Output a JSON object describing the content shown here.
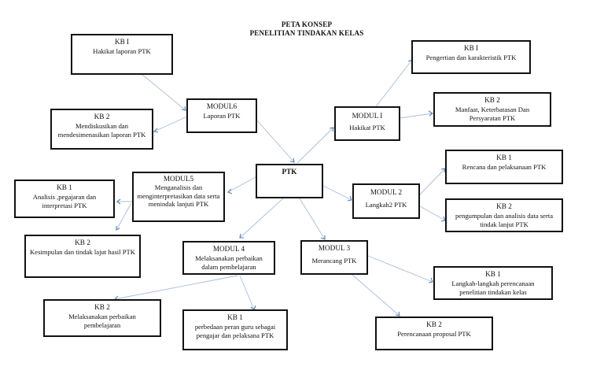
{
  "title": {
    "line1": "PETA KONSEP",
    "line2": "PENELITIAN TINDAKAN KELAS"
  },
  "nodes": {
    "ptk": {
      "heading": "PTK",
      "body": ""
    },
    "modul1": {
      "heading": "MODUL I",
      "body": "Hakikat PTK"
    },
    "modul1_kb1": {
      "heading": "KB I",
      "body": "Pengertian dan karakteristik PTK"
    },
    "modul1_kb2": {
      "heading": "KB 2",
      "body": "Manfaat, Keterbatasan Dan Persyaratan PTK"
    },
    "modul2": {
      "heading": "MODUL 2",
      "body": "Langkah2 PTK"
    },
    "modul2_kb1": {
      "heading": "KB 1",
      "body": "Rencana dan pelaksanaan PTK"
    },
    "modul2_kb2": {
      "heading": "KB 2",
      "body": "pengumpulan dan analisis data serta tindak lanjut PTK"
    },
    "modul3": {
      "heading": "MODUL 3",
      "body": "Merancang PTK"
    },
    "modul3_kb1": {
      "heading": "KB 1",
      "body": "Langkah-langkah perencanaan penelitian tindakan kelas"
    },
    "modul3_kb2": {
      "heading": "KB 2",
      "body": "Perencanaan proposal PTK"
    },
    "modul4": {
      "heading": "MODUL 4",
      "body": "Melaksanakan perbaikan dalam pembelajaran"
    },
    "modul4_kb1": {
      "heading": "KB 1",
      "body": "perbedaan peran guru sebagai pengajar dan pelaksana PTK"
    },
    "modul4_kb2": {
      "heading": "KB 2",
      "body": "Melaksanakan perbaikan pembelajaran"
    },
    "modul5": {
      "heading": "MODUL5",
      "body": "Menganalisis dan menginterpretasikan data serta menindak lanjuti PTK"
    },
    "modul5_kb1": {
      "heading": "KB 1",
      "body": "Analisis ,pegajaran dan interpretasi PTK"
    },
    "modul5_kb2": {
      "heading": "KB 2",
      "body": "Kesimpulan dan tindak lajut hasil PTK"
    },
    "modul6": {
      "heading": "MODUL6",
      "body": "Laporan PTK"
    },
    "modul6_kb1": {
      "heading": "KB I",
      "body": "Hakikat laporan PTK"
    },
    "modul6_kb2": {
      "heading": "KB 2",
      "body": "Mendiskusikan dan mendesimenasikan laporan PTK"
    }
  },
  "edges": [
    {
      "from": "modul6_kb1",
      "to": "modul6"
    },
    {
      "from": "modul6",
      "to": "modul6_kb2"
    },
    {
      "from": "modul6",
      "to": "ptk"
    },
    {
      "from": "ptk",
      "to": "modul1"
    },
    {
      "from": "modul1",
      "to": "modul1_kb1"
    },
    {
      "from": "modul1",
      "to": "modul1_kb2"
    },
    {
      "from": "ptk",
      "to": "modul2"
    },
    {
      "from": "modul2",
      "to": "modul2_kb1"
    },
    {
      "from": "modul2",
      "to": "modul2_kb2"
    },
    {
      "from": "ptk",
      "to": "modul3"
    },
    {
      "from": "modul3",
      "to": "modul3_kb1"
    },
    {
      "from": "modul3",
      "to": "modul3_kb2"
    },
    {
      "from": "ptk",
      "to": "modul4"
    },
    {
      "from": "modul4",
      "to": "modul4_kb1"
    },
    {
      "from": "modul4",
      "to": "modul4_kb2"
    },
    {
      "from": "ptk",
      "to": "modul5"
    },
    {
      "from": "modul5",
      "to": "modul5_kb1"
    },
    {
      "from": "modul5",
      "to": "modul5_kb2"
    }
  ]
}
